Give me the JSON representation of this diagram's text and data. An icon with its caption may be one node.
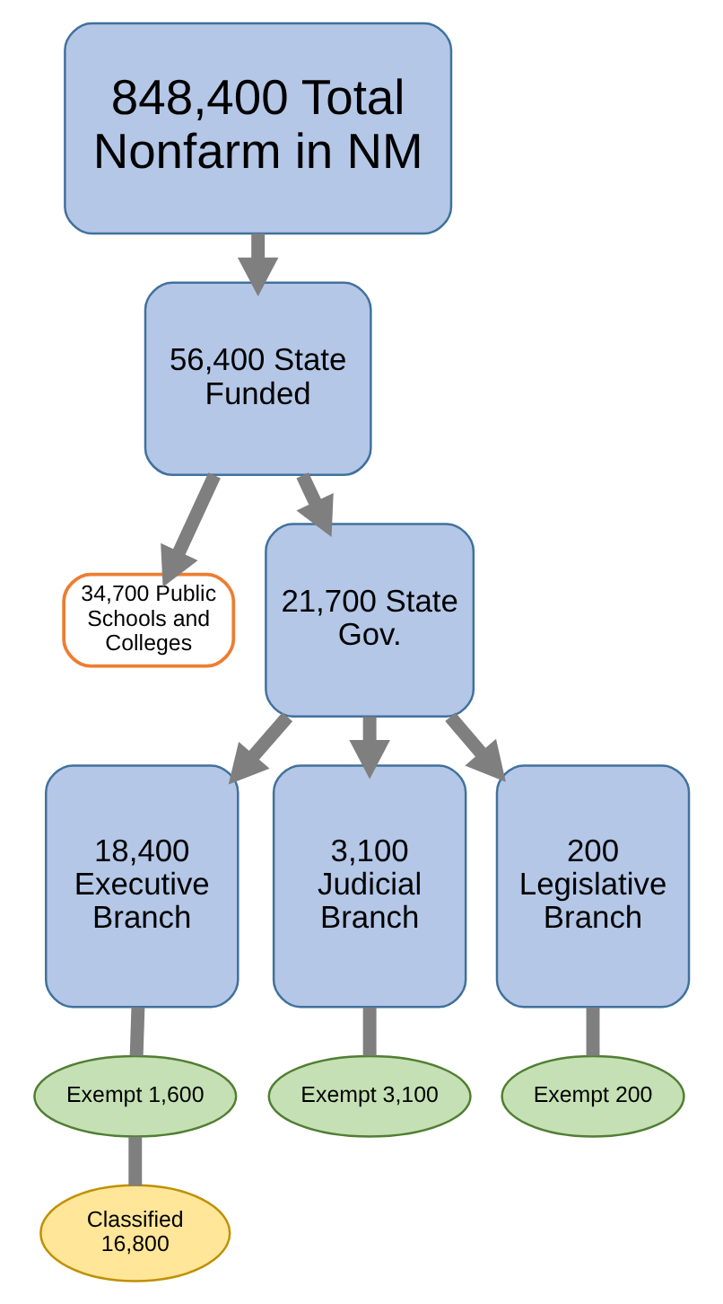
{
  "diagram": {
    "nodes": [
      {
        "text": [
          "848,400 Total Nonfarm in NM"
        ]
      },
      {
        "text": [
          "56,400 State Funded"
        ]
      },
      {
        "text": [
          "34,700 Public Schools and Colleges"
        ]
      },
      {
        "text": [
          "21,700 State Gov."
        ]
      },
      {
        "text": [
          "18,400 Executive Branch"
        ]
      },
      {
        "text": [
          "3,100 Judicial Branch"
        ]
      },
      {
        "text": [
          "200 Legislative Branch"
        ]
      },
      {
        "text": [
          "Exempt 1,600"
        ]
      },
      {
        "text": [
          "Exempt 3,100"
        ]
      },
      {
        "text": [
          "Exempt 200"
        ]
      },
      {
        "text": [
          "Classified 16,800"
        ]
      }
    ],
    "edges": [
      {
        "from": 0,
        "to": 1,
        "arrow": "to"
      },
      {
        "from": 1,
        "to": 2,
        "arrow": "to"
      },
      {
        "from": 1,
        "to": 3,
        "arrow": "to"
      },
      {
        "from": 3,
        "to": 4,
        "arrow": "to"
      },
      {
        "from": 3,
        "to": 5,
        "arrow": "to"
      },
      {
        "from": 3,
        "to": 6,
        "arrow": "to"
      },
      {
        "from": 4,
        "to": 7,
        "arrow": "none"
      },
      {
        "from": 5,
        "to": 8,
        "arrow": "none"
      },
      {
        "from": 6,
        "to": 9,
        "arrow": "none"
      },
      {
        "from": 7,
        "to": 10,
        "arrow": "none"
      }
    ]
  }
}
